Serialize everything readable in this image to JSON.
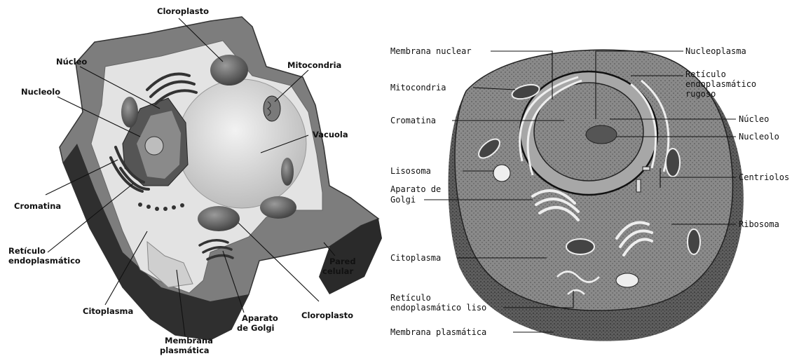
{
  "plant_cell": {
    "cloroplasto_top": "Cloroplasto",
    "nucleo": "Núcleo",
    "mitocondria": "Mitocondria",
    "nucleolo": "Nucleolo",
    "vacuola": "Vacuola",
    "cromatina": "Cromatina",
    "reticulo_1": "Retículo",
    "reticulo_2": "endoplasmático",
    "pared_1": "Pared",
    "pared_2": "celular",
    "citoplasma": "Citoplasma",
    "aparato_1": "Aparato",
    "aparato_2": "de Golgi",
    "cloroplasto_bottom": "Cloroplasto",
    "membrana_1": "Membrana",
    "membrana_2": "plasmática"
  },
  "animal_cell": {
    "membrana_nuclear": "Membrana nuclear",
    "mitocondria": "Mitocondria",
    "cromatina": "Cromatina",
    "lisosoma": "Lisosoma",
    "aparato_1": "Aparato de",
    "aparato_2": "Golgi",
    "citoplasma": "Citoplasma",
    "reticulo_liso_1": "Retículo",
    "reticulo_liso_2": "endoplasmático liso",
    "membrana_plasmatica": "Membrana plasmática",
    "nucleoplasma": "Nucleoplasma",
    "reticulo_rugoso_1": "Retículo",
    "reticulo_rugoso_2": "endoplasmático",
    "reticulo_rugoso_3": "rugoso",
    "nucleo": "Núcleo",
    "nucleolo": "Nucleolo",
    "centriolos": "Centriolos",
    "ribosoma": "Ribosoma"
  }
}
